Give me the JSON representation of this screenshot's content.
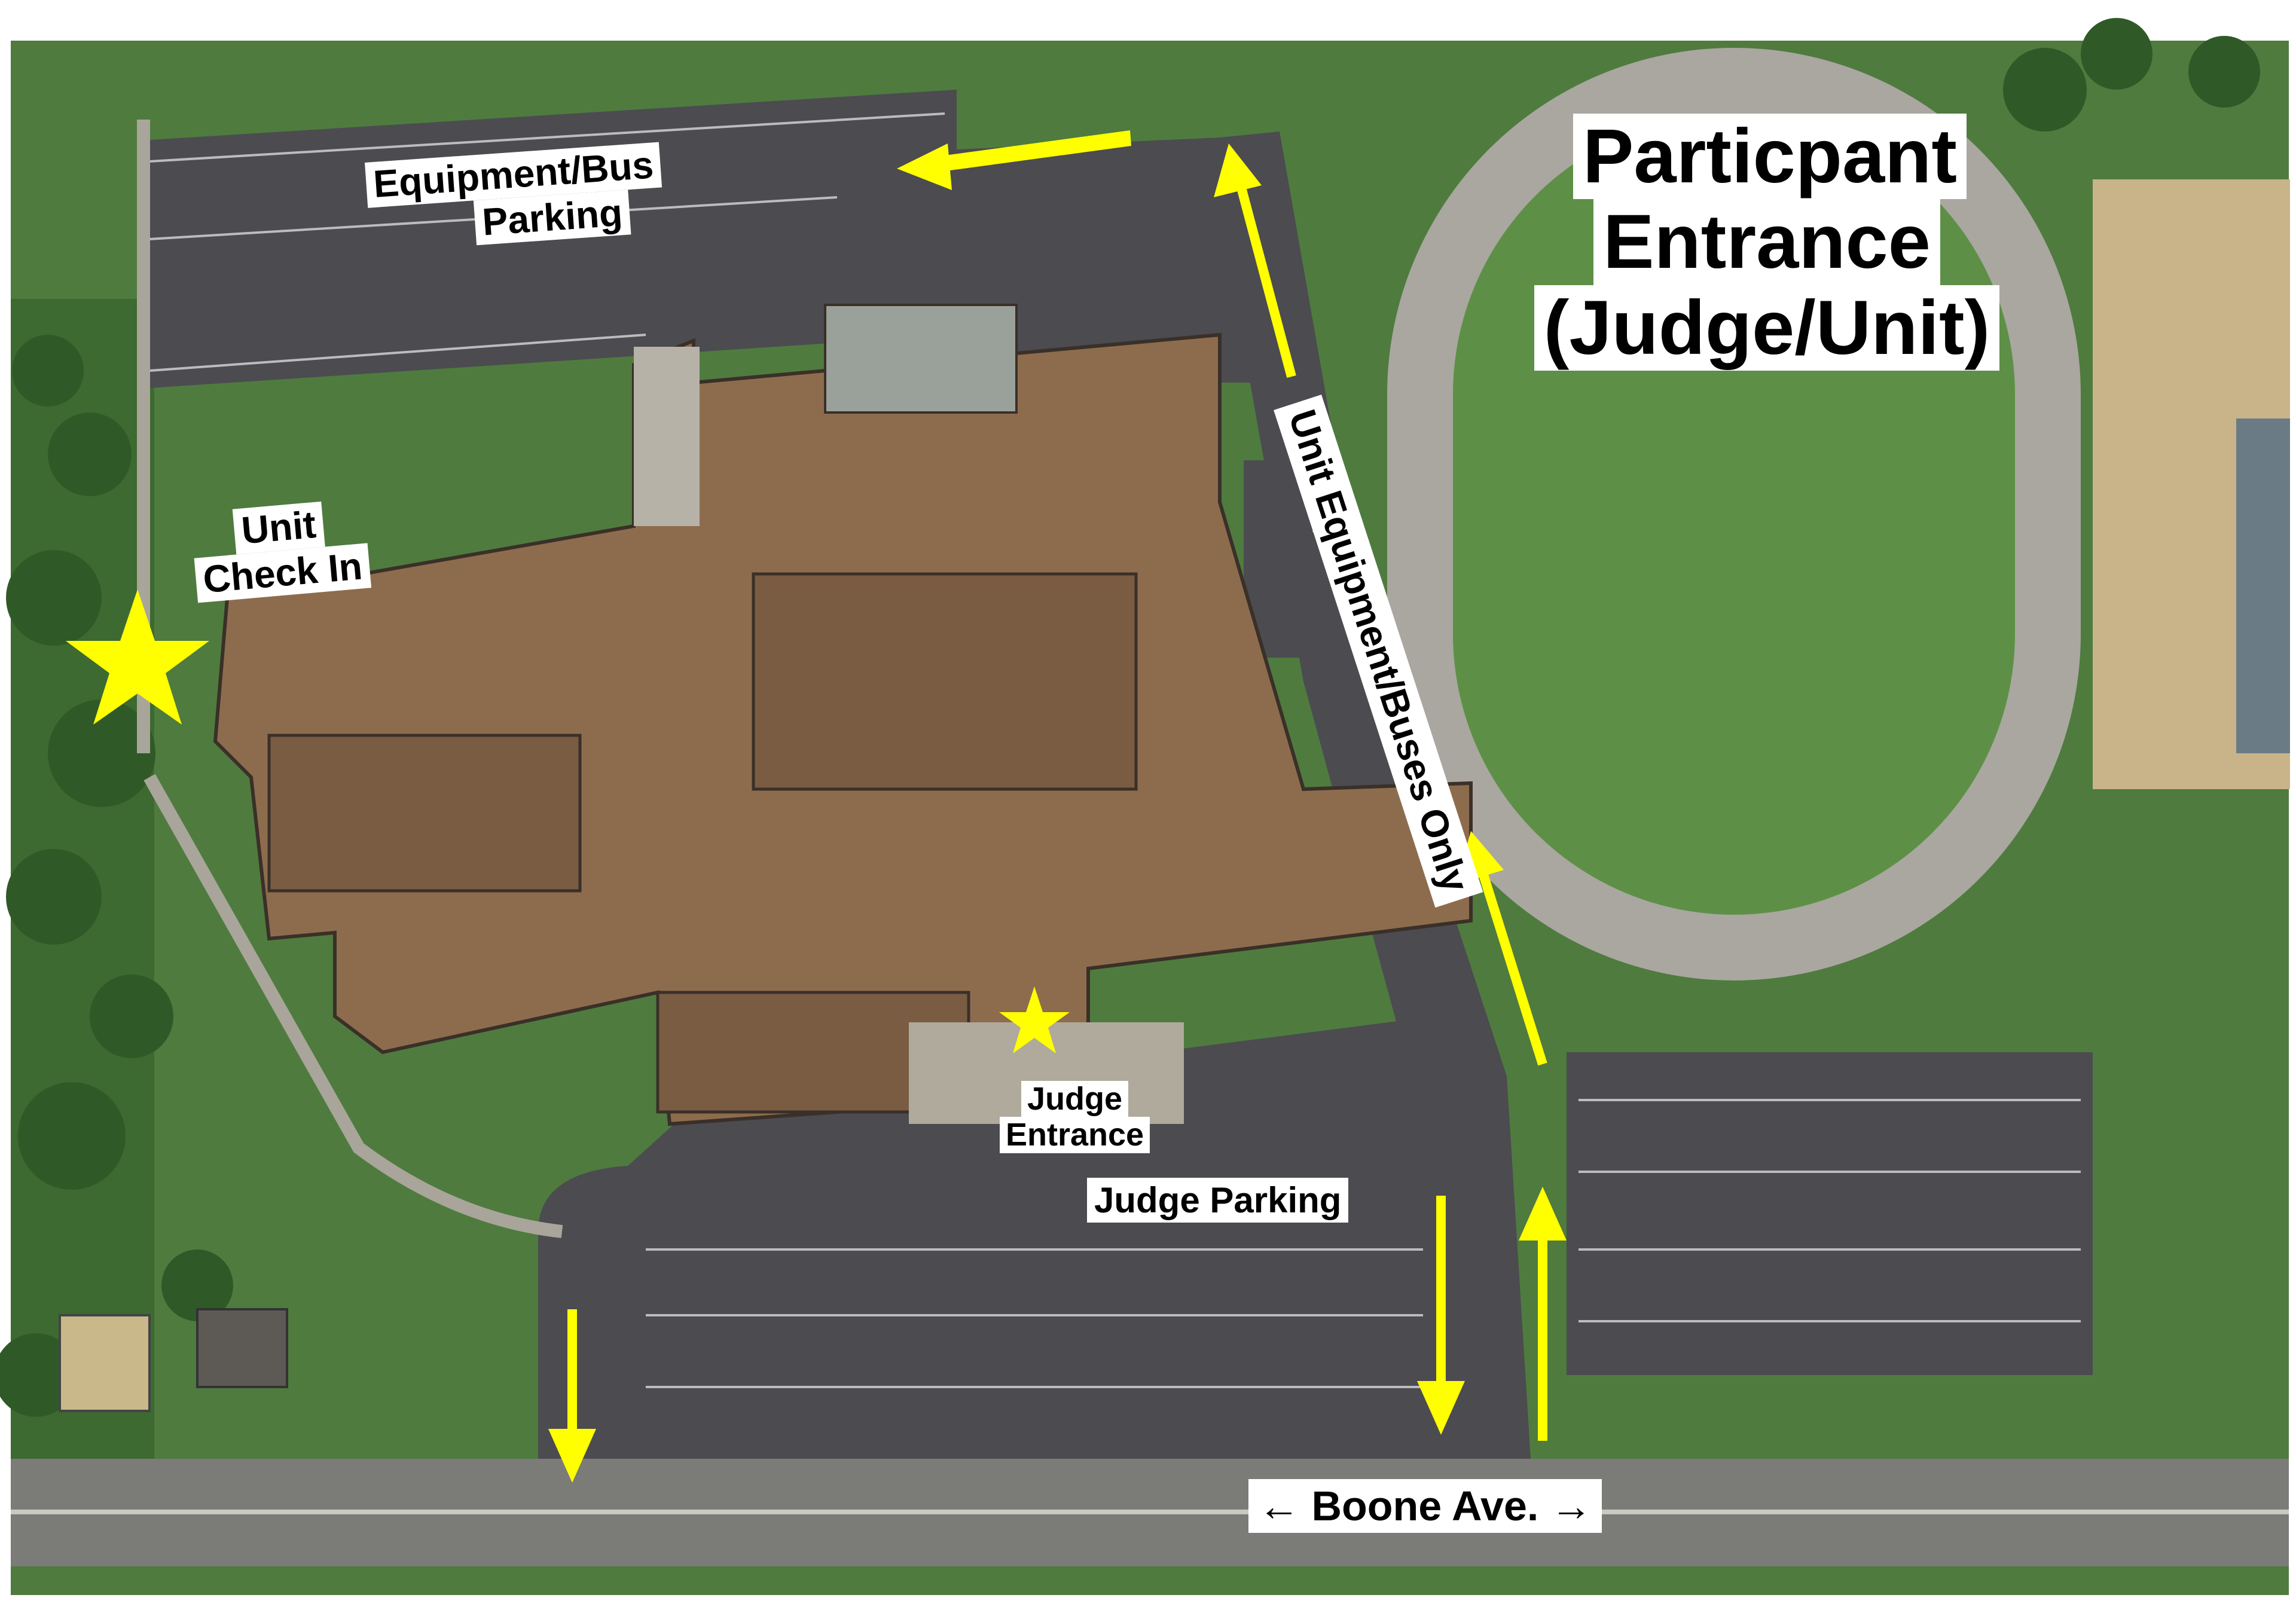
{
  "title": {
    "line1": "Particpant",
    "line2": "Entrance",
    "line3": "(Judge/Unit)"
  },
  "labels": {
    "equipment_parking": [
      "Equipment/Bus",
      "Parking"
    ],
    "unit_check_in": [
      "Unit",
      "Check In"
    ],
    "unit_equipment_route": "Unit Equipment/Buses Only",
    "judge_entrance": [
      "Judge",
      "Entrance"
    ],
    "judge_parking": "Judge Parking",
    "street": "← Boone Ave. →"
  },
  "markers": {
    "unit_check_in": "star-icon",
    "judge_entrance": "star-icon"
  },
  "colors": {
    "arrow": "#ffff00",
    "star": "#ffff00",
    "label_bg": "#ffffff",
    "label_text": "#000000",
    "grass": "#4e7a3e",
    "asphalt": "#4a4a4e",
    "roof": "#8c6b4e",
    "track": "#a8a6a0",
    "field": "#5c8f45",
    "road": "#7a7a76"
  }
}
